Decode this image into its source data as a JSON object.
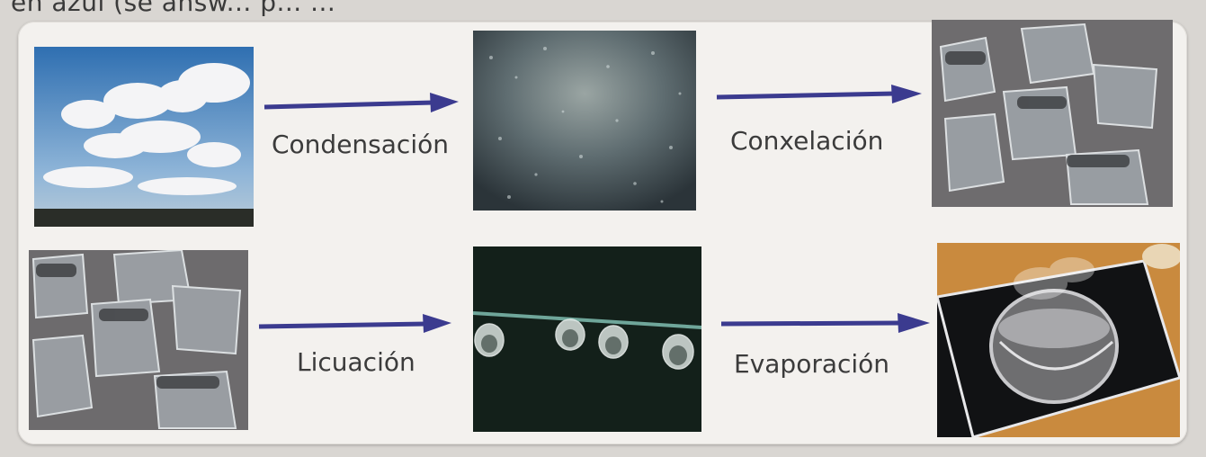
{
  "top_partial_text": "en azul (se answ... p... ...",
  "colors": {
    "arrow": "#3b3b8f",
    "card": "#f3f1ee"
  },
  "rows": [
    {
      "items": [
        {
          "image": "sky-clouds-photo"
        },
        {
          "label": "Condensación"
        },
        {
          "image": "condensation-window-photo"
        },
        {
          "label": "Conxelación"
        },
        {
          "image": "ice-cubes-photo"
        }
      ]
    },
    {
      "items": [
        {
          "image": "ice-cubes-photo"
        },
        {
          "label": "Licuación"
        },
        {
          "image": "water-drops-photo"
        },
        {
          "label": "Evaporación"
        },
        {
          "image": "pot-on-stove-photo"
        }
      ]
    }
  ],
  "labels": {
    "condensacion": "Condensación",
    "conxelacion": "Conxelación",
    "licuacion": "Licuación",
    "evaporacion": "Evaporación"
  }
}
